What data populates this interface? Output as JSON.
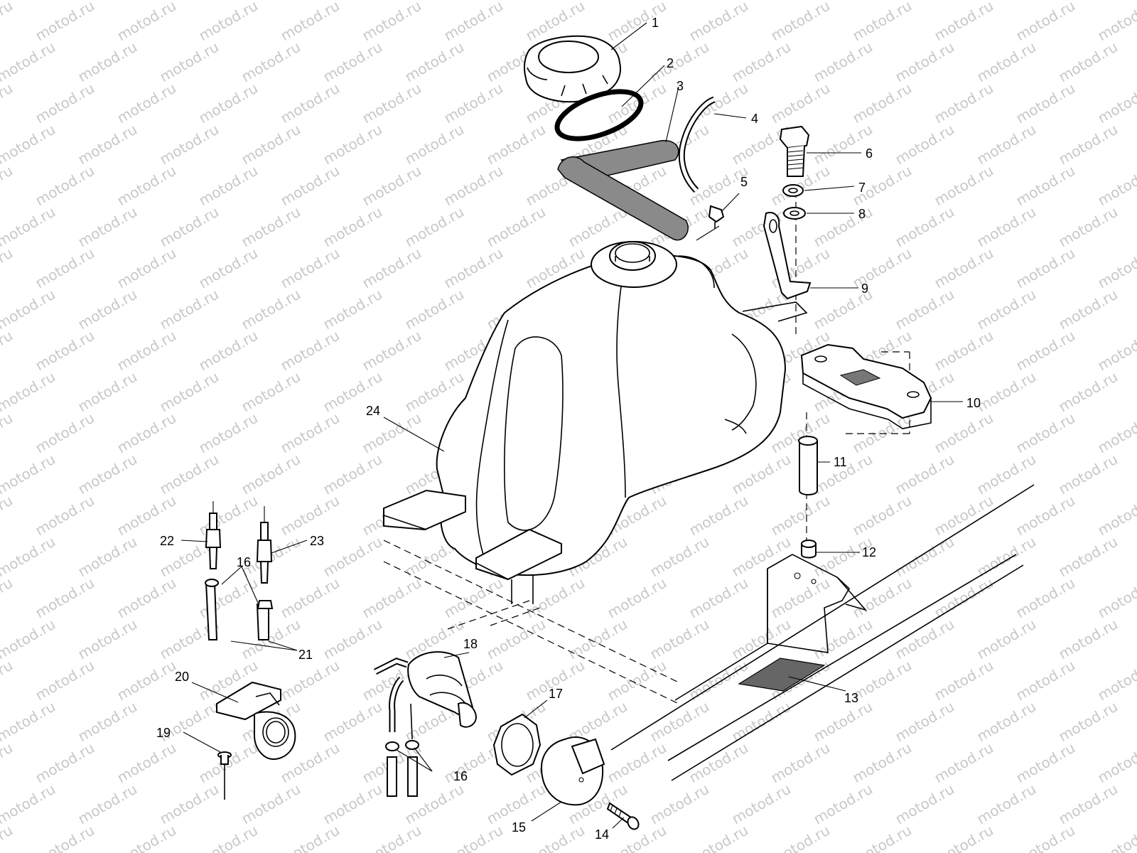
{
  "watermark": "motod.ru",
  "parts": {
    "p1": "1",
    "p2": "2",
    "p3": "3",
    "p4": "4",
    "p5": "5",
    "p6": "6",
    "p7": "7",
    "p8": "8",
    "p9": "9",
    "p10": "10",
    "p11": "11",
    "p12": "12",
    "p13": "13",
    "p14": "14",
    "p15": "15",
    "p16a": "16",
    "p16b": "16",
    "p17": "17",
    "p18": "18",
    "p19": "19",
    "p20": "20",
    "p21": "21",
    "p22": "22",
    "p23": "23",
    "p24": "24"
  }
}
